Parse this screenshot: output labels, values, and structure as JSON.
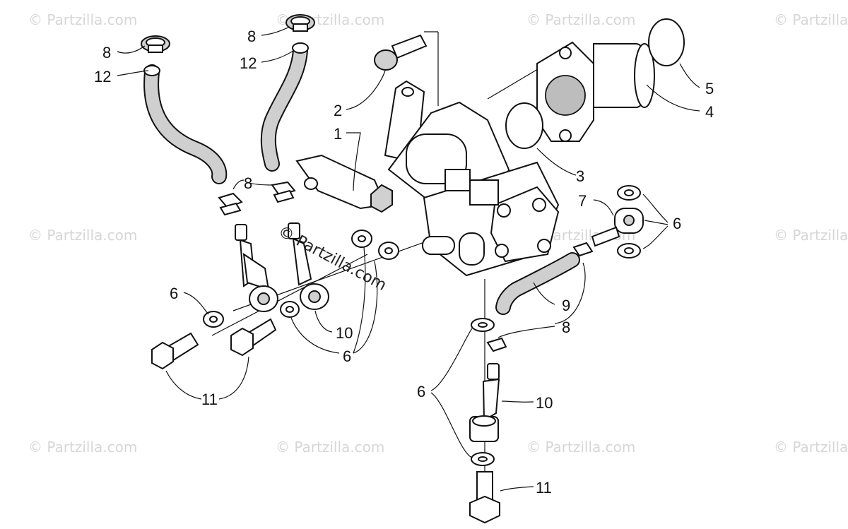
{
  "watermarks": {
    "corner": "© Partzilla.com",
    "center": "© Partzilla.com"
  },
  "callouts": [
    {
      "id": "c8a",
      "label": "8"
    },
    {
      "id": "c12a",
      "label": "12"
    },
    {
      "id": "c8b",
      "label": "8"
    },
    {
      "id": "c12b",
      "label": "12"
    },
    {
      "id": "c2",
      "label": "2"
    },
    {
      "id": "c1",
      "label": "1"
    },
    {
      "id": "c5",
      "label": "5"
    },
    {
      "id": "c4",
      "label": "4"
    },
    {
      "id": "c3",
      "label": "3"
    },
    {
      "id": "c7",
      "label": "7"
    },
    {
      "id": "c6r",
      "label": "6"
    },
    {
      "id": "c8c",
      "label": "8"
    },
    {
      "id": "c6l",
      "label": "6"
    },
    {
      "id": "c10a",
      "label": "10"
    },
    {
      "id": "c6m",
      "label": "6"
    },
    {
      "id": "c11a",
      "label": "11"
    },
    {
      "id": "c9",
      "label": "9"
    },
    {
      "id": "c8d",
      "label": "8"
    },
    {
      "id": "c6b",
      "label": "6"
    },
    {
      "id": "c10b",
      "label": "10"
    },
    {
      "id": "c11b",
      "label": "11"
    }
  ]
}
